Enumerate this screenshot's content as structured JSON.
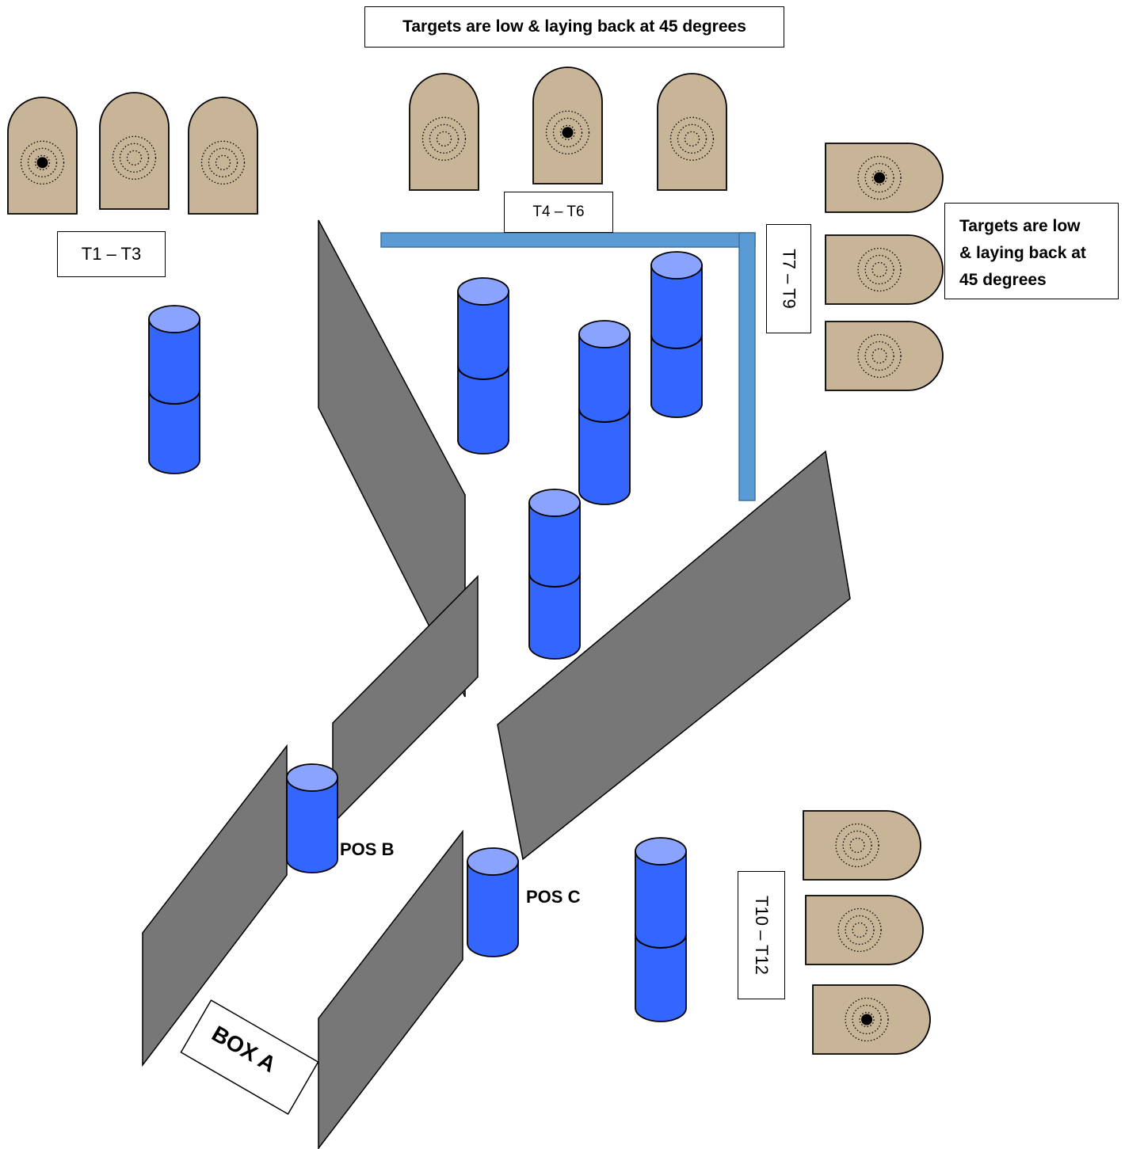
{
  "notes": {
    "top": "Targets are low & laying back at 45 degrees",
    "right_line1": "Targets are low",
    "right_line2": "& laying back at",
    "right_line3": "45 degrees"
  },
  "target_groups": [
    {
      "label": "T1 – T3",
      "orientation": "upright",
      "hit_marks": [
        true,
        false,
        false
      ]
    },
    {
      "label": "T4 – T6",
      "orientation": "upright",
      "hit_marks": [
        false,
        true,
        false
      ]
    },
    {
      "label": "T7 – T9",
      "orientation": "sideways",
      "hit_marks": [
        true,
        false,
        false
      ]
    },
    {
      "label": "T10 – T12",
      "orientation": "sideways",
      "hit_marks": [
        false,
        false,
        true
      ]
    }
  ],
  "positions": {
    "pos_b": "POS B",
    "pos_c": "POS C",
    "box_a": "BOX A"
  },
  "colors": {
    "target_fill": "#c8b496",
    "barrel_body": "#3366ff",
    "barrel_top": "#8aa3ff",
    "wall": "#777777",
    "fault_line": "#5b9bd5"
  }
}
